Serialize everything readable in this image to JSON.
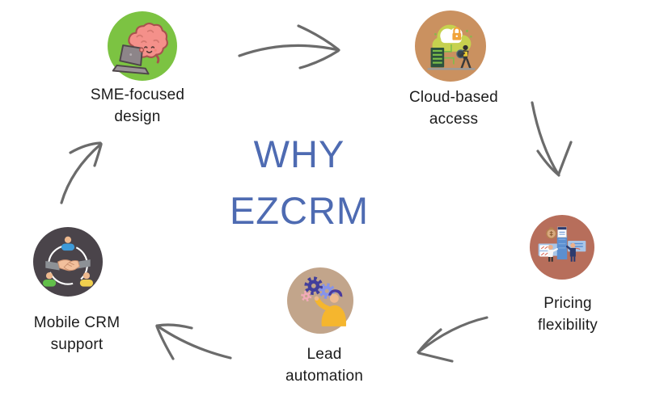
{
  "title": {
    "line1": "WHY",
    "line2": "EZCRM",
    "color": "#4e6bb2"
  },
  "nodes": [
    {
      "label_line1": "SME-focused",
      "label_line2": "design",
      "icon": "brain-laptop-icon",
      "color": "#7cc342"
    },
    {
      "label_line1": "Cloud-based",
      "label_line2": "access",
      "icon": "cloud-security-icon",
      "color": "#ca9160"
    },
    {
      "label_line1": "Pricing",
      "label_line2": "flexibility",
      "icon": "pricing-analysis-icon",
      "color": "#b76e5b"
    },
    {
      "label_line1": "Lead",
      "label_line2": "automation",
      "icon": "person-gears-icon",
      "color": "#c2a58b"
    },
    {
      "label_line1": "Mobile CRM",
      "label_line2": "support",
      "icon": "handshake-network-icon",
      "color": "#4a444a"
    }
  ],
  "arrows": {
    "color": "#6b6b6b",
    "style": "hand-drawn curved open arrowheads",
    "sequence": [
      "SME-focused design",
      "Cloud-based access",
      "Pricing flexibility",
      "Lead automation",
      "Mobile CRM support"
    ]
  }
}
